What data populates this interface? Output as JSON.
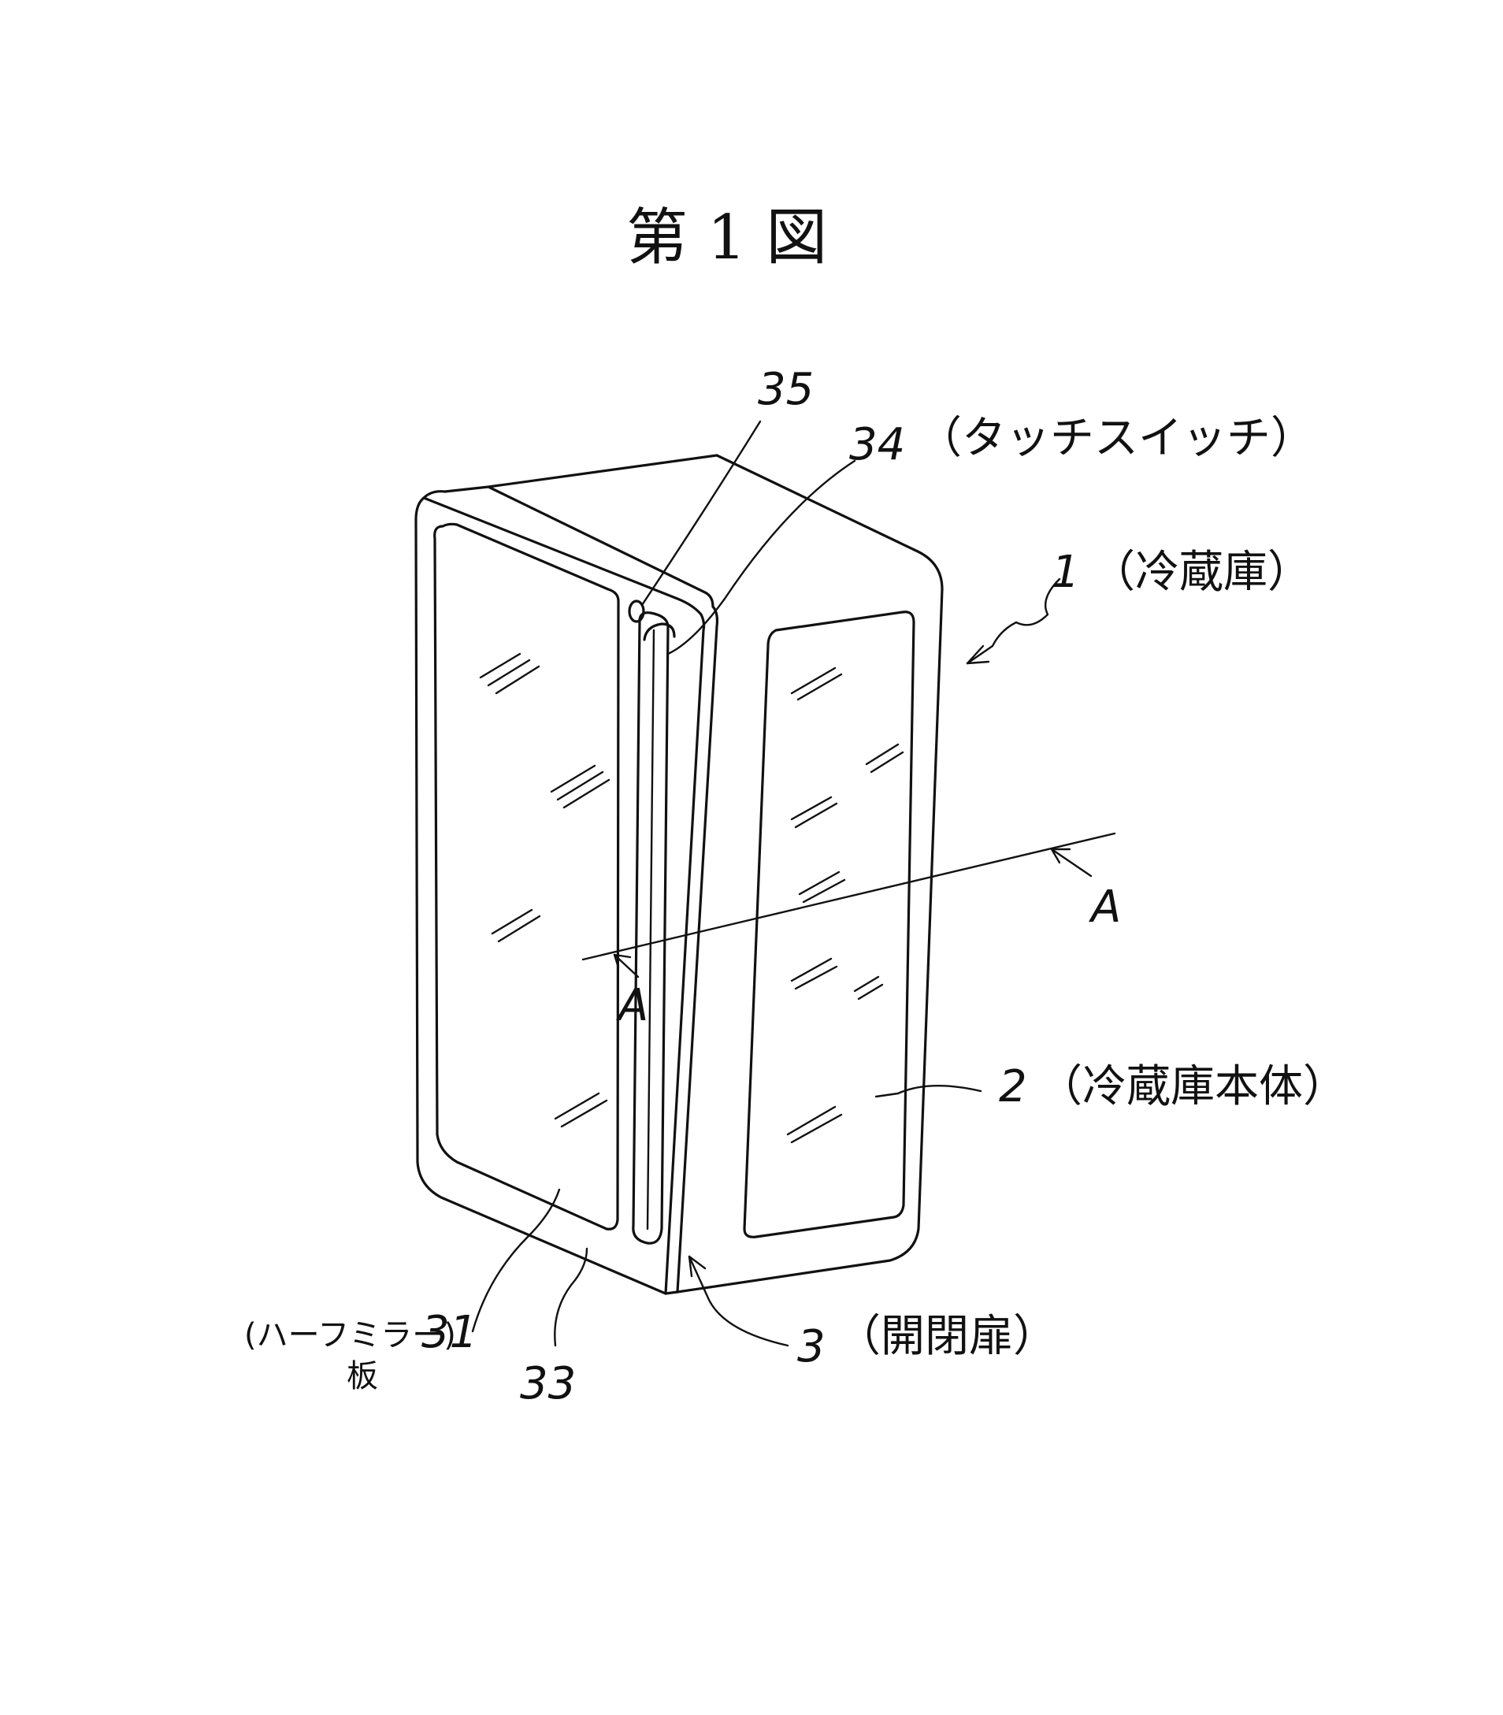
{
  "title": "第 1 図",
  "labels": {
    "ref35": "35",
    "ref34": "34",
    "ref34_desc": "（タッチスイッチ）",
    "ref1": "1",
    "ref1_desc": "（冷蔵庫）",
    "section_A_right": "A",
    "section_A_left": "A",
    "ref2": "2",
    "ref2_desc": "（冷蔵庫本体）",
    "ref31_desc_top": "(ハーフミラー)",
    "ref31": "31",
    "ref31_desc_bottom": "板",
    "ref33": "33",
    "ref3": "3",
    "ref3_desc": "（開閉扉）"
  }
}
